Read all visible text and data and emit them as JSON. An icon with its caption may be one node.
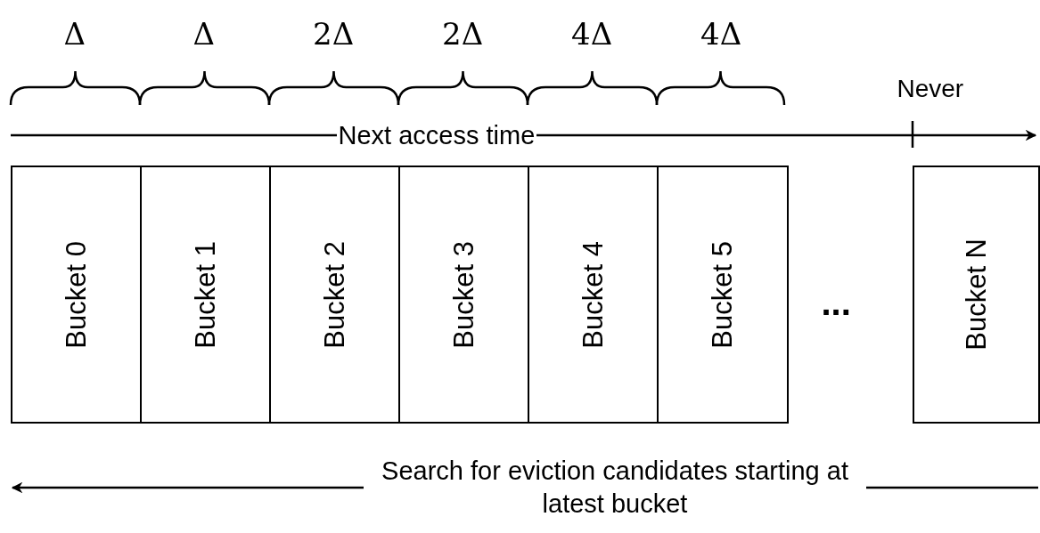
{
  "diagram": {
    "nodes": [
      {
        "text": [
          "Bucket 0"
        ]
      },
      {
        "text": [
          "Bucket 1"
        ]
      },
      {
        "text": [
          "Bucket 2"
        ]
      },
      {
        "text": [
          "Bucket 3"
        ]
      },
      {
        "text": [
          "Bucket 4"
        ]
      },
      {
        "text": [
          "Bucket 5"
        ]
      },
      {
        "text": [
          "Bucket N"
        ]
      }
    ],
    "edges": [],
    "labels": [
      "Δ",
      "Δ",
      "2Δ",
      "2Δ",
      "4Δ",
      "4Δ",
      "Never",
      "Next access time",
      "...",
      "Search for eviction candidates starting at latest bucket"
    ]
  }
}
